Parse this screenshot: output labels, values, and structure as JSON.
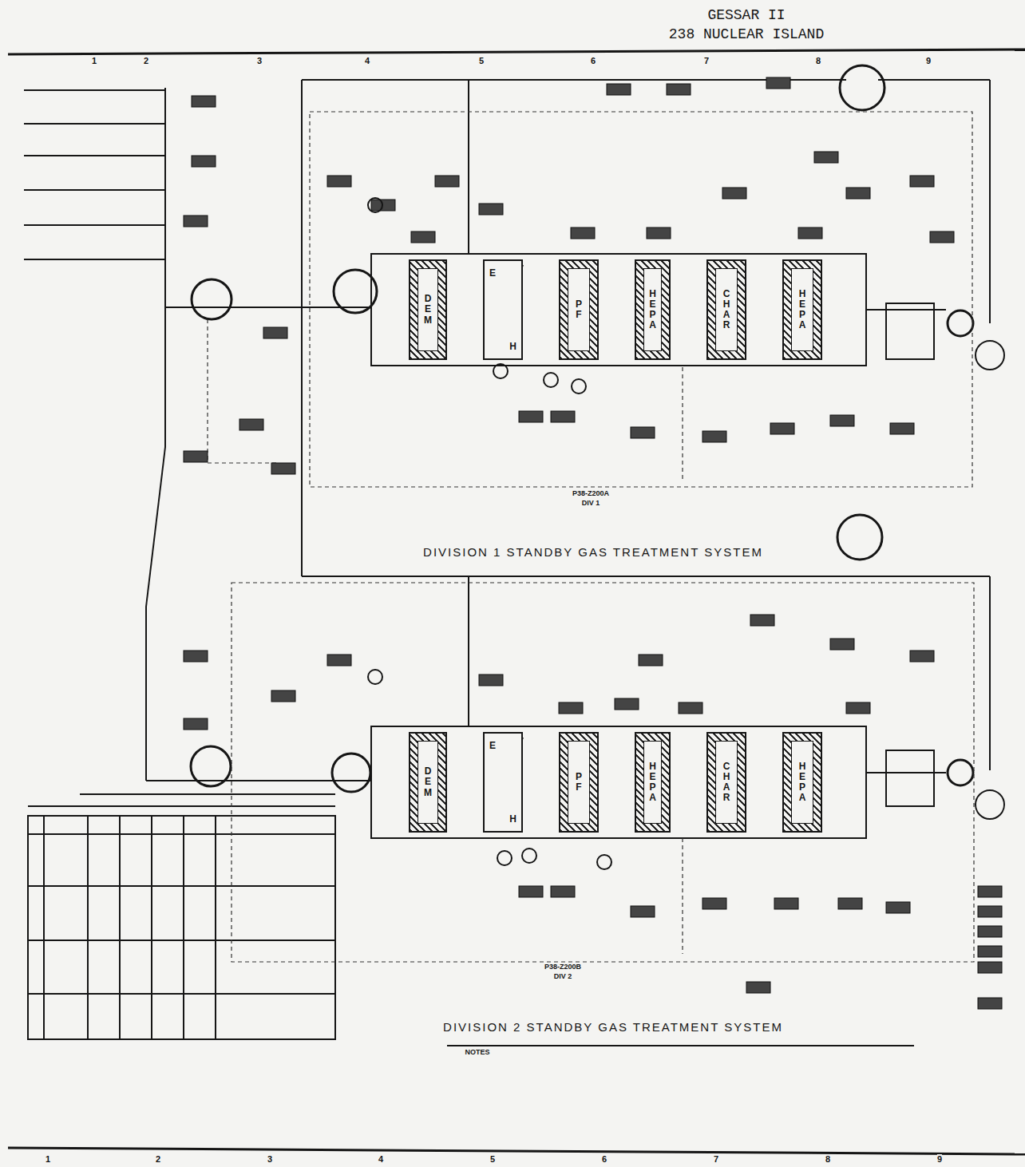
{
  "diagram": {
    "title": "GESSAR II",
    "nodes": [
      {
        "text": [
          "DEM"
        ]
      },
      {
        "text": [
          "E",
          "H"
        ]
      },
      {
        "text": [
          "PF"
        ]
      },
      {
        "text": [
          "HEPA"
        ]
      },
      {
        "text": [
          "CHAR"
        ]
      },
      {
        "text": [
          "HEPA"
        ]
      },
      {
        "text": [
          "DEM"
        ]
      },
      {
        "text": [
          "E",
          "H"
        ]
      },
      {
        "text": [
          "PF"
        ]
      },
      {
        "text": [
          "HEPA"
        ]
      },
      {
        "text": [
          "CHAR"
        ]
      },
      {
        "text": [
          "HEPA"
        ]
      }
    ],
    "labels": [
      "238 NUCLEAR ISLAND",
      "1",
      "2",
      "3",
      "4",
      "5",
      "6",
      "7",
      "8",
      "9",
      "1",
      "2",
      "3",
      "4",
      "5",
      "6",
      "7",
      "8",
      "9",
      "DIVISION 1 STANDBY GAS TREATMENT SYSTEM",
      "DIVISION 2 STANDBY GAS TREATMENT SYSTEM",
      "P38-Z200A",
      "DIV 1",
      "P38-Z200B",
      "DIV 2",
      "NOTES"
    ]
  }
}
